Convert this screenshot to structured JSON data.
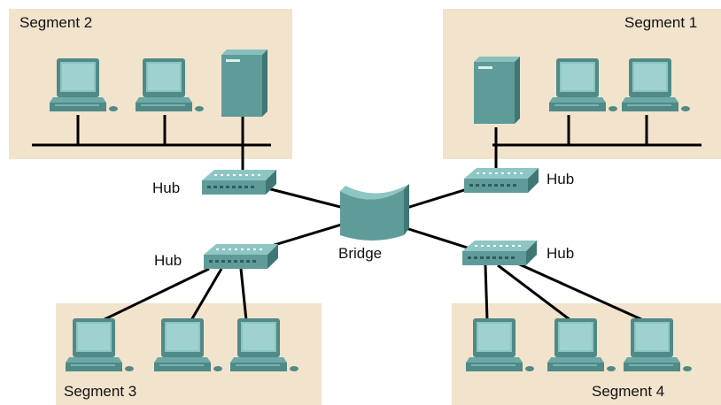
{
  "segments": [
    {
      "label": "Segment 2"
    },
    {
      "label": "Segment 1"
    },
    {
      "label": "Segment 3"
    },
    {
      "label": "Segment 4"
    }
  ],
  "devices": {
    "hub_label": "Hub",
    "bridge_label": "Bridge"
  },
  "colors": {
    "segment_bg": "#f2e3cd",
    "device": "#5f9b98",
    "cable": "#000000"
  }
}
